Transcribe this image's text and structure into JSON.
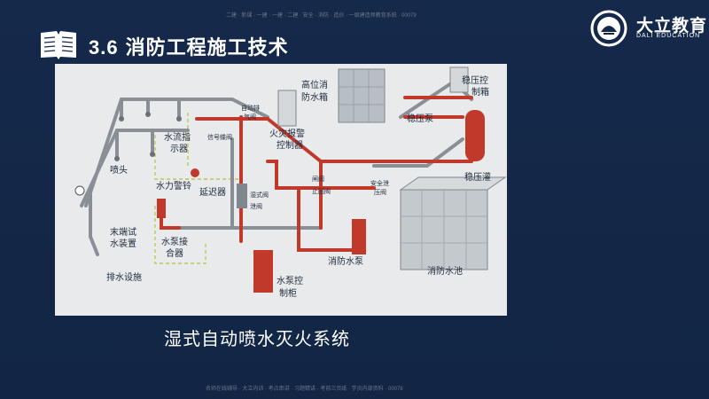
{
  "header": {
    "section_number": "3.6",
    "section_title": "消防工程施工技术"
  },
  "brand": {
    "name": "大立教育",
    "name_en": "DALI EDUCATION"
  },
  "watermark": {
    "top": "二建 · 新课 · 一建 · 一建 · 二建 · 安全 · 消防 · 造价 · 一级建造师教育系统 · 00079",
    "bottom": "名师在线辅导 · 大立内训 · 考点串讲 · 习题精讲 · 考前三页纸 · 学员内部资料 · 00078"
  },
  "diagram": {
    "labels": {
      "sprinkler_head": "喷头",
      "flow_indicator": "水流指示器",
      "flow_indicator_l1": "水流指",
      "flow_indicator_l2": "示器",
      "signal_valve": "信号蝶阀",
      "auto_exhaust_l1": "自动排",
      "auto_exhaust_l2": "气阀",
      "fire_alarm_l1": "火灾报警",
      "fire_alarm_l2": "控制器",
      "high_tank_l1": "高位消",
      "high_tank_l2": "防水箱",
      "stabilizer_pump": "稳压泵",
      "stabilizer_ctrl_l1": "稳压控",
      "stabilizer_ctrl_l2": "制箱",
      "stabilizer_tank": "稳压灌",
      "water_bell": "水力警铃",
      "delay_unit": "延迟器",
      "alarm_valve": "湿式阀",
      "drain_valve": "泄阀",
      "gate_valve": "闸阀",
      "check_valve": "止回阀",
      "relief_l1": "安全泄",
      "relief_l2": "压阀",
      "end_test_l1": "末端试",
      "end_test_l2": "水装置",
      "pump_conn_l1": "水泵接",
      "pump_conn_l2": "合器",
      "drain_facility": "排水设施",
      "fire_pump": "消防水泵",
      "fire_pool": "消防水池",
      "pump_ctrl_l1": "水泵控",
      "pump_ctrl_l2": "制柜"
    }
  },
  "caption": "湿式自动喷水灭火系统",
  "colors": {
    "background": "#14284a",
    "pipe_red": "#c0392b",
    "pipe_gray": "#8a8f96",
    "dashed_line": "#b8c23a"
  }
}
